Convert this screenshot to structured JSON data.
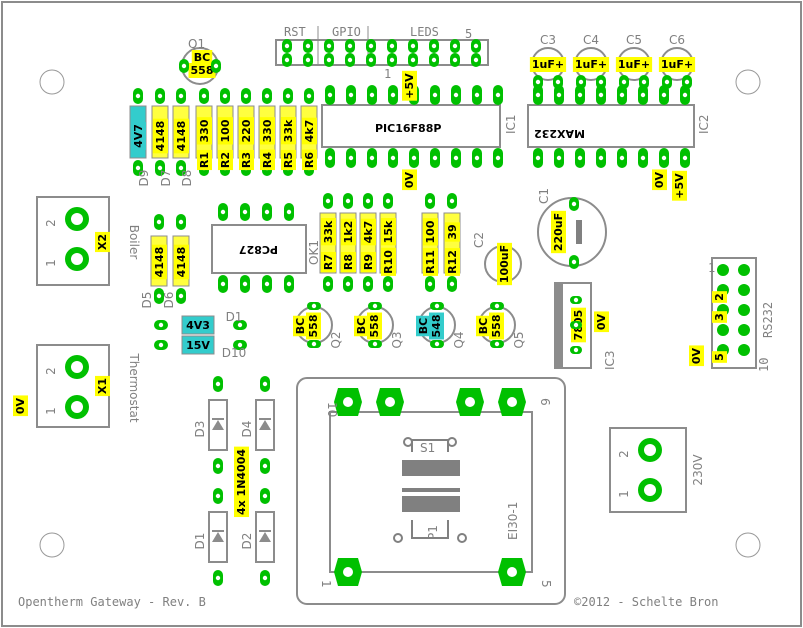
{
  "board": {
    "title": "Opentherm Gateway - Rev. B",
    "copyright": "©2012 - Schelte Bron"
  },
  "header": {
    "rst": "RST",
    "gpio": "GPIO",
    "leds": "LEDS",
    "pin1": "1",
    "pin5": "5"
  },
  "ics": {
    "ic1": {
      "name": "PIC16F88P",
      "ref": "IC1"
    },
    "ic2": {
      "name": "MAX232",
      "ref": "IC2"
    },
    "ic3": {
      "name": "7805",
      "ref": "IC3"
    },
    "ok1": {
      "name": "PC827",
      "ref": "OK1"
    }
  },
  "resistors_top": [
    {
      "ref": "R1",
      "value": "330"
    },
    {
      "ref": "R2",
      "value": "100"
    },
    {
      "ref": "R3",
      "value": "220"
    },
    {
      "ref": "R4",
      "value": "330"
    },
    {
      "ref": "R5",
      "value": "33k"
    },
    {
      "ref": "R6",
      "value": "4k7"
    }
  ],
  "resistors_mid": [
    {
      "ref": "R7",
      "value": "33k"
    },
    {
      "ref": "R8",
      "value": "1k2"
    },
    {
      "ref": "R9",
      "value": "4k7"
    },
    {
      "ref": "R10",
      "value": "15k"
    },
    {
      "ref": "R11",
      "value": "100"
    },
    {
      "ref": "R12",
      "value": "39"
    }
  ],
  "capacitors": [
    {
      "ref": "C3",
      "value": "1uF+"
    },
    {
      "ref": "C4",
      "value": "1uF+"
    },
    {
      "ref": "C5",
      "value": "1uF+"
    },
    {
      "ref": "C6",
      "value": "1uF+"
    }
  ],
  "c1": {
    "ref": "C1",
    "value": "220uF"
  },
  "c2": {
    "ref": "C2",
    "value": "100uF"
  },
  "transistors": {
    "q1": {
      "ref": "Q1",
      "l1": "BC",
      "l2": "558"
    },
    "q2": {
      "ref": "Q2",
      "l1": "BC",
      "l2": "558"
    },
    "q3": {
      "ref": "Q3",
      "l1": "BC",
      "l2": "558"
    },
    "q4": {
      "ref": "Q4",
      "l1": "BC",
      "l2": "548"
    },
    "q5": {
      "ref": "Q5",
      "l1": "BC",
      "l2": "558"
    }
  },
  "diodes": {
    "d9": {
      "ref": "D9",
      "value": "4V7"
    },
    "d7": {
      "ref": "D7",
      "value": "4148"
    },
    "d8": {
      "ref": "D8",
      "value": "4148"
    },
    "d5": {
      "ref": "D5",
      "value": "4148"
    },
    "d6": {
      "ref": "D6",
      "value": "4148"
    },
    "d1z": {
      "ref": "D1",
      "value": "4V3"
    },
    "d10": {
      "ref": "D10",
      "value": "15V"
    },
    "bridge": {
      "value": "4x 1N4004",
      "refs": [
        "D3",
        "D4",
        "D1",
        "D2"
      ]
    }
  },
  "connectors": {
    "x2": {
      "ref": "X2",
      "label": "Boiler",
      "pins": [
        "2",
        "1"
      ]
    },
    "x1": {
      "ref": "X1",
      "label": "Thermostat",
      "pins": [
        "2",
        "1"
      ]
    },
    "mains": {
      "label": "230V",
      "pins": [
        "2",
        "1"
      ]
    },
    "rs232": {
      "label": "RS232",
      "pin_one": "1",
      "pin_ten": "10",
      "pins": [
        "2",
        "3",
        "5"
      ]
    }
  },
  "transformer": {
    "ref": "EI30-1",
    "s1": "S1",
    "p1": "P1",
    "pins": [
      "10",
      "6",
      "1",
      "5"
    ]
  },
  "power": {
    "plus5v": "+5V",
    "zero": "0V"
  }
}
